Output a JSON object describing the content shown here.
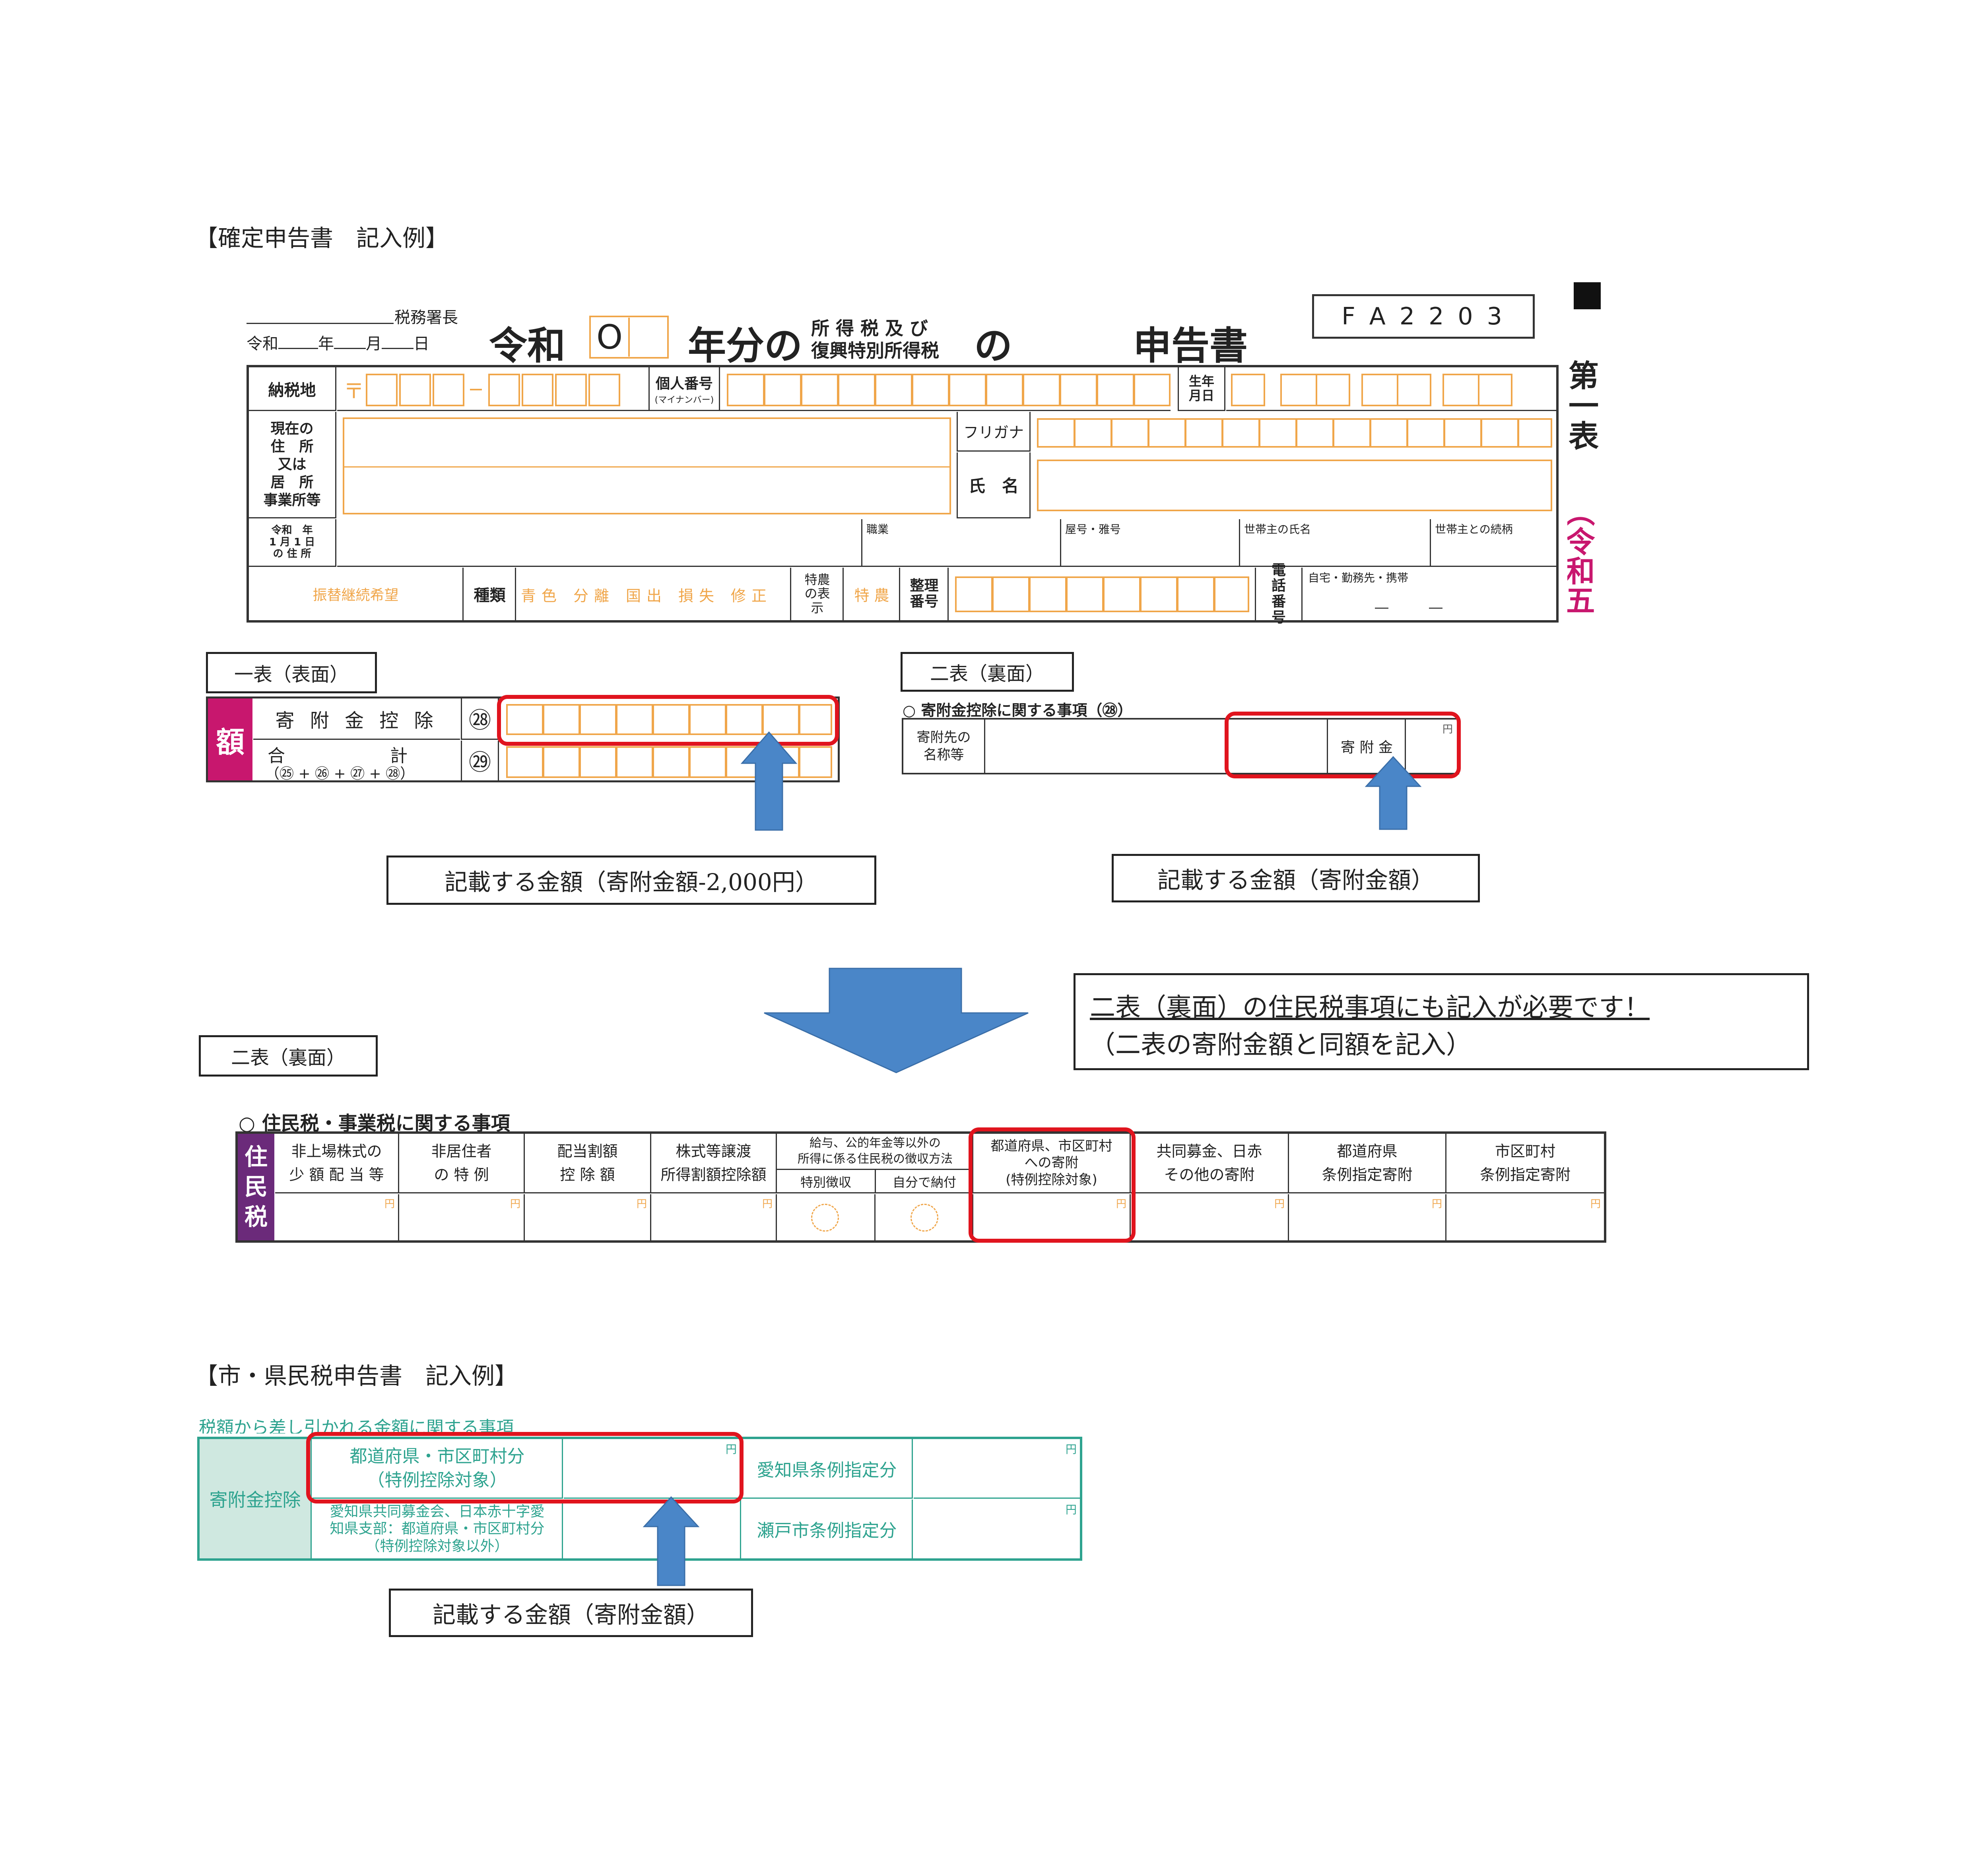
{
  "heading1": "【確定申告書　記入例】",
  "heading2": "【市・県民税申告書　記入例】",
  "form": {
    "office_line": "税務署長",
    "date_line": [
      "令和",
      "年",
      "月",
      "日"
    ],
    "title_reiwa": "令和",
    "year_value": "O",
    "title_nenbun": "年分の",
    "title_tax_top": "所 得 税 及 び",
    "title_tax_bottom": "復興特別所得税",
    "title_no": "の",
    "title_shinkokusho": "申告書",
    "form_code": "F A 2 2 0 3",
    "side_title": "第一表",
    "side_sub": "（令和五年",
    "nozeichi": "納税地",
    "postal_mark": "〒",
    "kojin_bango": "個人番号",
    "my_number": "(マイナンバー)",
    "seinengappi": "生年月日",
    "address_label": [
      "現在の",
      "住　所",
      "又は",
      "居　所",
      "事業所等"
    ],
    "furigana": "フリガナ",
    "shimei": "氏　名",
    "jan1_label": [
      "令和　年",
      "1 月 1 日",
      "の 住 所"
    ],
    "shokugyo": "職業",
    "yago": "屋号・雅号",
    "setainushi": "世帯主の氏名",
    "zokugara": "世帯主との続柄",
    "furikae": "振替継続希望",
    "shurui": "種類",
    "shurui_items": [
      "青",
      "色",
      "分",
      "離",
      "国",
      "出",
      "損",
      "失",
      "修",
      "正"
    ],
    "tokuno_label": "特農の表示",
    "tokuno": "特 農",
    "seiri_bango": "整理番号",
    "denwa_bango": "電話番号",
    "phone_types": "自宅・勤務先・携帯",
    "phone_dashes": "―　　　―"
  },
  "panel_front": {
    "label": "一表（表面）",
    "side_char": "額",
    "row28_label": "寄 附 金 控 除",
    "row28_num": "㉘",
    "row29_label": "合　　　　　　計",
    "row29_sub": "（㉕ + ㉖ + ㉗ + ㉘）",
    "row29_num": "㉙",
    "callout": "記載する金額（寄附金額-2,000円）"
  },
  "panel_back": {
    "label": "二表（裏面）",
    "section_title": "○ 寄附金控除に関する事項（㉘）",
    "recipient_label": "寄附先の名称等",
    "donation_label": "寄 附 金",
    "yen": "円",
    "callout": "記載する金額（寄附金額）"
  },
  "notice": {
    "line1": "二表（裏面）の住民税事項にも記入が必要です！",
    "line2": "（二表の寄附金額と同額を記入）"
  },
  "juminzei": {
    "label": "二表（裏面）",
    "section_title": "○ 住民税・事業税に関する事項",
    "side_chars": [
      "住",
      "民",
      "税"
    ],
    "columns": [
      {
        "top": "非上場株式の",
        "bottom": "少 額 配 当 等"
      },
      {
        "top": "非居住者",
        "bottom": "の 特 例"
      },
      {
        "top": "配当割額",
        "bottom": "控 除 額"
      },
      {
        "top": "株式等譲渡",
        "bottom": "所得割額控除額"
      },
      {
        "top": "給与、公的年金等以外の",
        "bottom": "所得に係る住民税の徴収方法"
      },
      {
        "top": "都道府県、市区町村",
        "middle": "への寄附",
        "bottom": "(特例控除対象)"
      },
      {
        "top": "共同募金、日赤",
        "bottom": "その他の寄附"
      },
      {
        "top": "都道府県",
        "bottom": "条例指定寄附"
      },
      {
        "top": "市区町村",
        "bottom": "条例指定寄附"
      }
    ],
    "sub_columns": [
      "特別徴収",
      "自分で納付"
    ],
    "yen": "円"
  },
  "city_form": {
    "header": "税額から差し引かれる金額に関する事項",
    "row_label": "寄附金控除",
    "cell1_top": "都道府県・市区町村分",
    "cell1_bottom": "（特例控除対象）",
    "cell2_lines": [
      "愛知県共同募金会、日本赤十字愛",
      "知県支部：都道府県・市区町村分",
      "（特例控除対象以外）"
    ],
    "aichi": "愛知県条例指定分",
    "seto": "瀬戸市条例指定分",
    "yen": "円",
    "callout": "記載する金額（寄附金額）"
  },
  "colors": {
    "form_border": "#333333",
    "orange": "#f0a64a",
    "red_ring": "#e0141e",
    "arrow_blue": "#4a86c8",
    "magenta": "#c8176e",
    "purple": "#6b2a7a",
    "teal": "#2ea38f"
  }
}
